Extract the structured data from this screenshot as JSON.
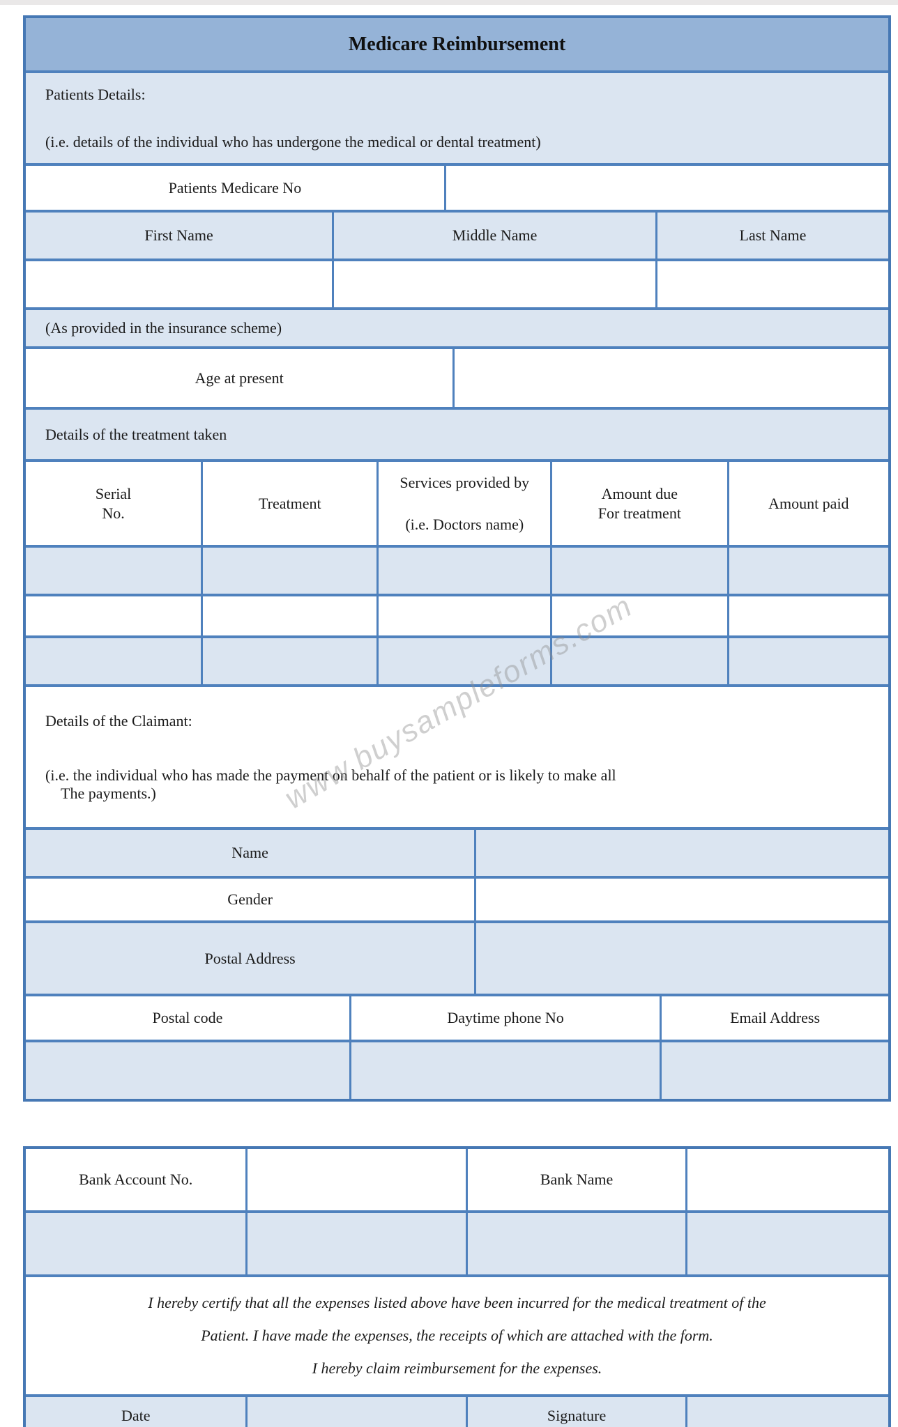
{
  "title": "Medicare Reimbursement",
  "watermark": "www.buysampleforms.com",
  "colors": {
    "header_bg": "#95B3D7",
    "row_fill": "#DBE5F1",
    "border": "#4F81BD"
  },
  "patients": {
    "heading": "Patients Details:",
    "note": "(i.e. details of the individual who has undergone the medical or dental treatment)",
    "medicare_label": "Patients Medicare No",
    "name_headers": {
      "first": "First Name",
      "middle": "Middle Name",
      "last": "Last Name"
    },
    "insurance_note": "(As provided in the insurance scheme)",
    "age_label": "Age at present"
  },
  "treatment": {
    "heading": "Details of the treatment taken",
    "columns": [
      {
        "line1": "Serial",
        "line2": "No."
      },
      {
        "line1": "Treatment",
        "line2": ""
      },
      {
        "line1": "Services provided by",
        "line2": "(i.e. Doctors name)"
      },
      {
        "line1": "Amount due",
        "line2": "For treatment"
      },
      {
        "line1": "Amount paid",
        "line2": ""
      }
    ],
    "empty_row_count": 3
  },
  "claimant": {
    "heading": "Details of the Claimant:",
    "note_line1": "(i.e. the individual who has made the payment on behalf of the patient or is likely to make all",
    "note_line2": "The payments.)",
    "name_label": "Name",
    "gender_label": "Gender",
    "postal_address_label": "Postal Address",
    "postal_code_label": "Postal code",
    "phone_label": "Daytime phone No",
    "email_label": "Email Address"
  },
  "bank": {
    "account_label": "Bank Account No.",
    "name_label": "Bank Name"
  },
  "certification": {
    "line1": "I hereby certify that all the expenses listed above have been incurred for the medical treatment of the",
    "line2": "Patient. I have made the expenses, the receipts of which are attached with the form.",
    "line3": "I hereby claim reimbursement for the expenses."
  },
  "footer": {
    "date_label": "Date",
    "signature_label": "Signature"
  }
}
